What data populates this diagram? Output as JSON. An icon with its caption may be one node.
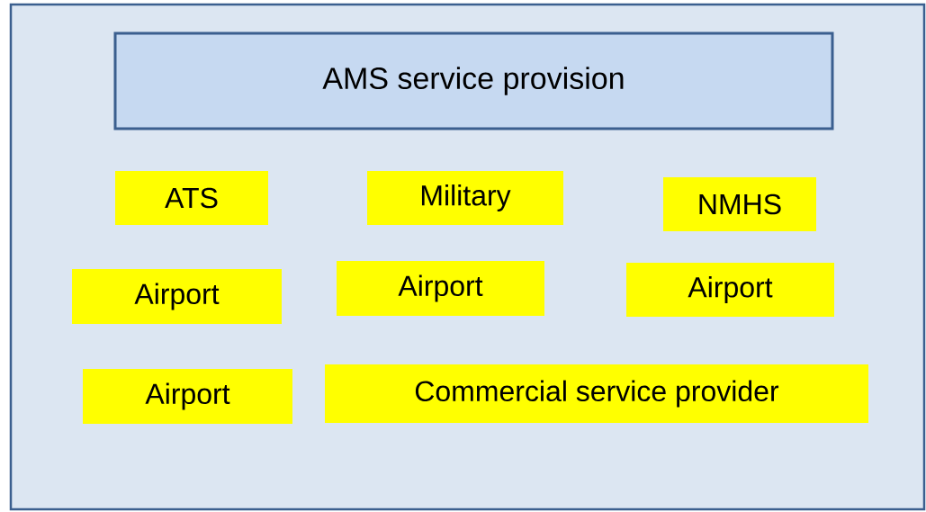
{
  "diagram": {
    "nodes": [
      {
        "text": [],
        "shape": "box"
      },
      {
        "text": [
          "AMS service provision"
        ],
        "in": 0
      },
      {
        "text": [
          "ATS"
        ],
        "in": 0
      },
      {
        "text": [
          "Military"
        ],
        "in": 0
      },
      {
        "text": [
          "NMHS"
        ],
        "in": 0
      },
      {
        "text": [
          "Airport"
        ],
        "in": 0
      },
      {
        "text": [
          "Airport"
        ],
        "in": 0
      },
      {
        "text": [
          "Airport"
        ],
        "in": 0
      },
      {
        "text": [
          "Airport"
        ],
        "in": 0
      },
      {
        "text": [
          "Commercial service provider"
        ],
        "in": 0
      }
    ]
  }
}
